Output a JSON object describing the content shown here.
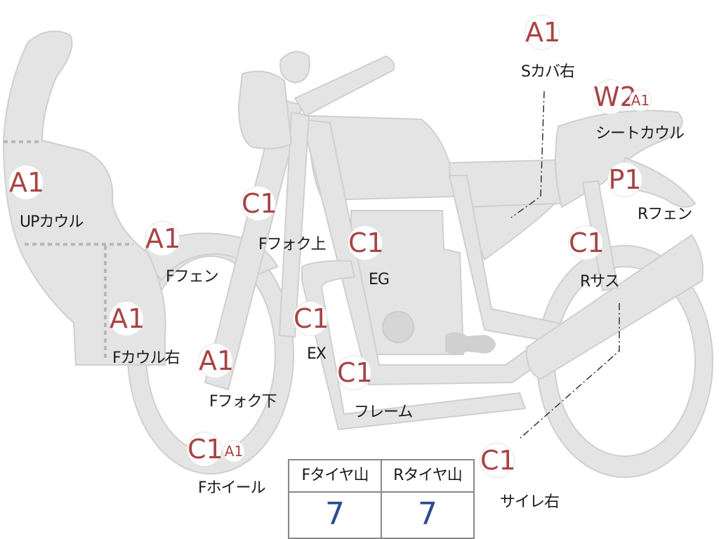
{
  "tire_table": {
    "headers": [
      "Fタイヤ山",
      "Rタイヤ山"
    ],
    "values": [
      "7",
      "7"
    ]
  },
  "parts": [
    {
      "id": "s-cover-right",
      "label": "Sカバ右",
      "grade": "A1"
    },
    {
      "id": "seat-cowl",
      "label": "シートカウル",
      "grade": "W2",
      "sub_grade": "A1"
    },
    {
      "id": "r-fender",
      "label": "Rフェン",
      "grade": "P1"
    },
    {
      "id": "r-suspension",
      "label": "Rサス",
      "grade": "C1"
    },
    {
      "id": "up-cowl",
      "label": "UPカウル",
      "grade": "A1"
    },
    {
      "id": "f-fender",
      "label": "Fフェン",
      "grade": "A1"
    },
    {
      "id": "f-cowl-right",
      "label": "Fカウル右",
      "grade": "A1"
    },
    {
      "id": "f-fork-upper",
      "label": "Fフォク上",
      "grade": "C1"
    },
    {
      "id": "f-fork-lower",
      "label": "Fフォク下",
      "grade": "A1"
    },
    {
      "id": "engine",
      "label": "EG",
      "grade": "C1"
    },
    {
      "id": "exhaust",
      "label": "EX",
      "grade": "C1"
    },
    {
      "id": "frame",
      "label": "フレーム",
      "grade": "C1"
    },
    {
      "id": "f-wheel",
      "label": "Fホイール",
      "grade": "C1",
      "sub_grade": "A1"
    },
    {
      "id": "silencer-right",
      "label": "サイレ右",
      "grade": "C1"
    }
  ],
  "colors": {
    "body_fill": "#e4e4e4",
    "body_stroke": "#cfcfcf",
    "grade_text": "#a84444",
    "value_text": "#2d4a8c"
  }
}
